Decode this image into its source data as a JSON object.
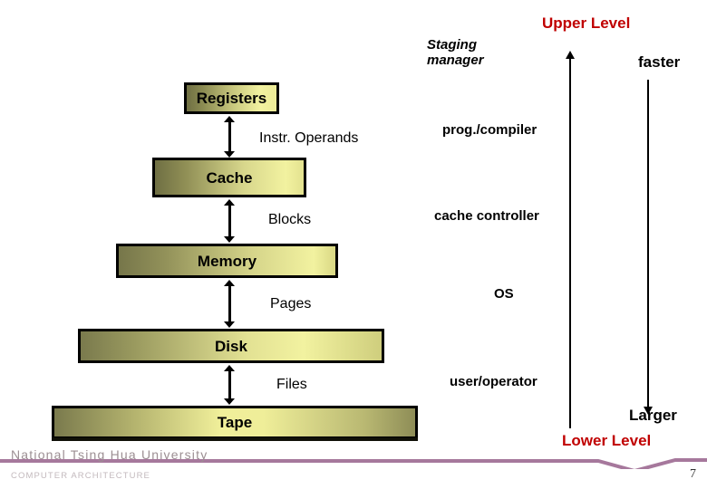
{
  "slide": {
    "title_top": "Upper Level",
    "title_bottom": "Lower Level",
    "colors": {
      "accent_red": "#c00000",
      "box_dark": "#6f6f43",
      "box_bright": "#f2f2a0",
      "footer_rule": "#a6789c",
      "footer_text": "#9c8f93"
    }
  },
  "hierarchy": {
    "levels": [
      {
        "name": "Registers",
        "manager": "prog./compiler"
      },
      {
        "name": "Cache",
        "manager": "cache controller"
      },
      {
        "name": "Memory",
        "manager": "OS"
      },
      {
        "name": "Disk",
        "manager": "user/operator"
      },
      {
        "name": "Tape",
        "manager": ""
      }
    ],
    "transfer_units": [
      "Instr. Operands",
      "Blocks",
      "Pages",
      "Files"
    ],
    "staging_header": [
      "Staging",
      "manager"
    ]
  },
  "scales": {
    "top_label": "faster",
    "bottom_label": "Larger"
  },
  "footer": {
    "university": "National  Tsing  Hua  University",
    "department": "COMPUTER   ARCHITECTURE",
    "page_number": "7"
  }
}
